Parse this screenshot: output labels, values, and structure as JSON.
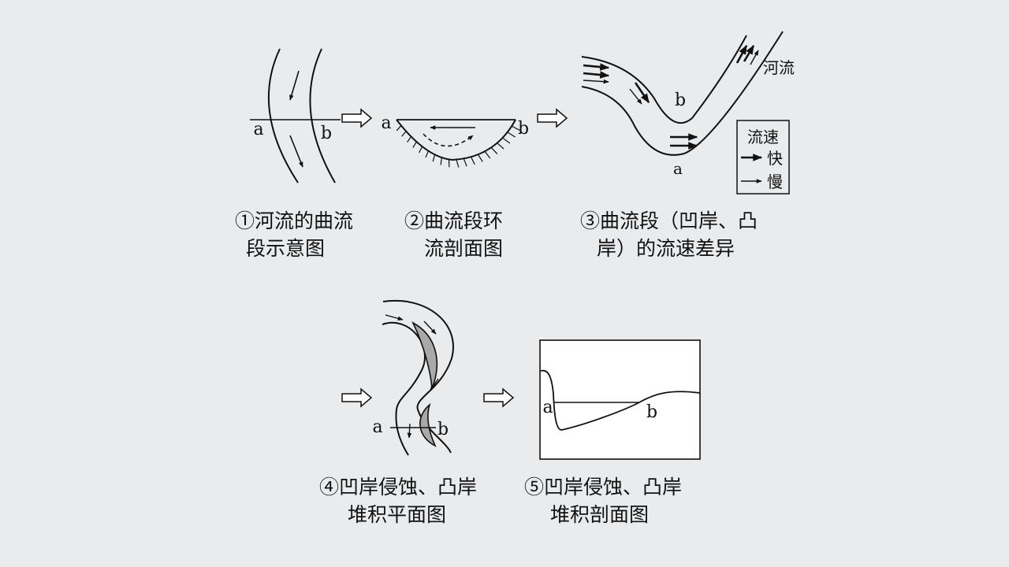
{
  "panel1": {
    "label_a": "a",
    "label_b": "b",
    "caption_line1": "①河流的曲流",
    "caption_line2": "段示意图"
  },
  "panel2": {
    "label_a": "a",
    "label_b": "b",
    "caption_line1": "②曲流段环",
    "caption_line2": "流剖面图"
  },
  "panel3": {
    "label_a": "a",
    "label_b": "b",
    "river_label": "河流",
    "legend_title": "流速",
    "legend_fast": "快",
    "legend_slow": "慢",
    "caption_line1": "③曲流段（凹岸、凸",
    "caption_line2": "岸）的流速差异"
  },
  "panel4": {
    "label_a": "a",
    "label_b": "b",
    "caption_line1": "④凹岸侵蚀、凸岸",
    "caption_line2": "堆积平面图"
  },
  "panel5": {
    "label_a": "a",
    "label_b": "b",
    "caption_line1": "⑤凹岸侵蚀、凸岸",
    "caption_line2": "堆积剖面图"
  }
}
